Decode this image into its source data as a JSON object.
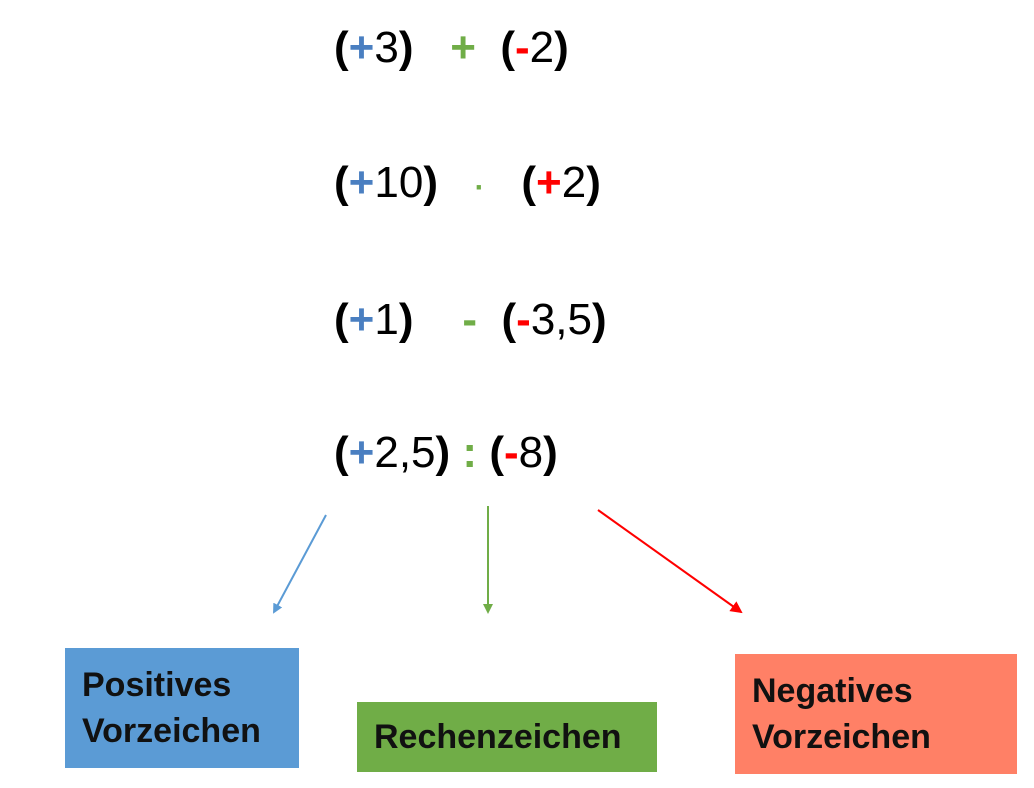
{
  "expressions": [
    {
      "open": "(",
      "sign": "+",
      "sign_color": "blue",
      "num": "3",
      "close": ")",
      "op": "+",
      "open2": "(",
      "sign2": "-",
      "sign2_color": "red",
      "num2": "2",
      "close2": ")"
    },
    {
      "open": "(",
      "sign": "+",
      "sign_color": "blue",
      "num": "10",
      "close": ")",
      "op": "·",
      "open2": "(",
      "sign2": "+",
      "sign2_color": "red",
      "num2": "2",
      "close2": ")"
    },
    {
      "open": "(",
      "sign": "+",
      "sign_color": "blue",
      "num": "1",
      "close": ")",
      "op": "-",
      "open2": "(",
      "sign2": "-",
      "sign2_color": "red",
      "num2": "3,5",
      "close2": ")"
    },
    {
      "open": "(",
      "sign": "+",
      "sign_color": "blue",
      "num": "2,5",
      "close": ")",
      "op": ":",
      "open2": "(",
      "sign2": "-",
      "sign2_color": "red",
      "num2": "8",
      "close2": ")"
    }
  ],
  "labels": {
    "positive": {
      "line1": "Positives",
      "line2": "Vorzeichen"
    },
    "operator": {
      "line1": "Rechenzeichen"
    },
    "negative": {
      "line1": "Negatives",
      "line2": "Vorzeichen"
    }
  },
  "colors": {
    "positive_sign": "#4a7fc1",
    "negative_sign": "#ff0000",
    "operator": "#70ad47",
    "positive_box": "#5b9bd5",
    "operator_box": "#70ad47",
    "negative_box": "#ff8066"
  }
}
